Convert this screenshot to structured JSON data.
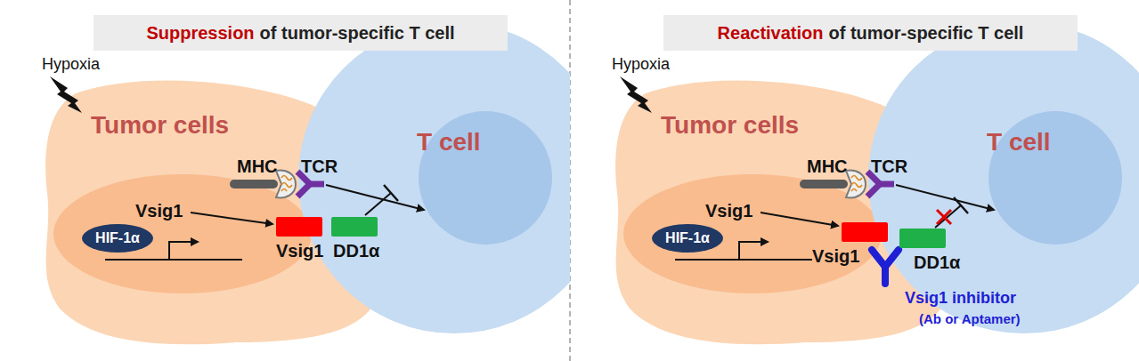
{
  "diagram": {
    "nodes": [
      {
        "text": [
          "Suppression",
          "of tumor-specific T cell"
        ]
      },
      {
        "text": [
          "Tumor cells"
        ]
      },
      {
        "text": [
          "HIF-1α"
        ],
        "in": 1
      },
      {
        "text": [
          "Vsig1"
        ]
      },
      {
        "text": [
          "DD1α"
        ]
      },
      {
        "text": [
          "T cell"
        ]
      },
      {
        "text": [
          "Reactivation",
          "of tumor-specific T cell"
        ]
      },
      {
        "text": [
          "Tumor cells"
        ]
      },
      {
        "text": [
          "HIF-1α"
        ],
        "in": 7
      },
      {
        "text": [
          "Vsig1"
        ]
      },
      {
        "text": [
          "DD1α"
        ]
      },
      {
        "text": [
          "T cell"
        ]
      }
    ],
    "labels": [
      "Hypoxia",
      "MHC",
      "TCR",
      "Vsig1",
      "Hypoxia",
      "MHC",
      "TCR",
      "Vsig1",
      "Vsig1 inhibitor",
      "(Ab or Aptamer)"
    ]
  }
}
